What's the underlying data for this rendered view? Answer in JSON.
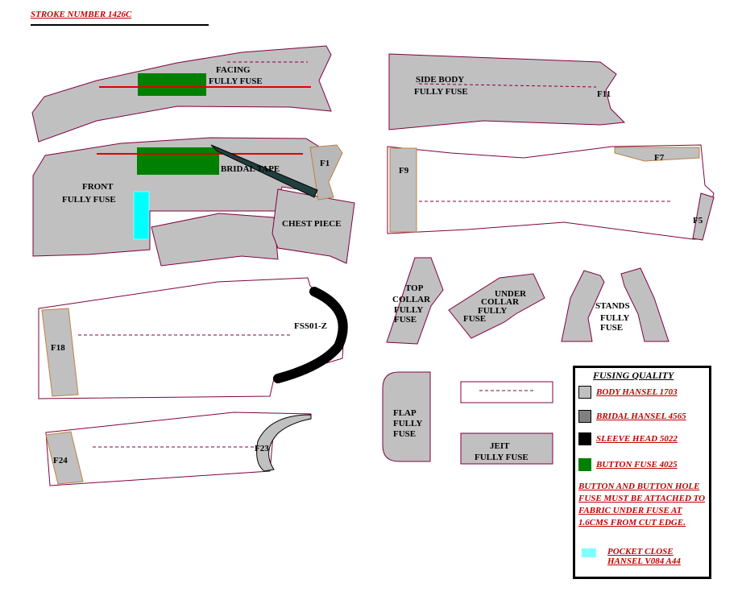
{
  "header": {
    "title": "STROKE NUMBER 1426C"
  },
  "colors": {
    "body_hansel": "#c0c0c0",
    "bridal_hansel": "#808080",
    "sleeve_head": "#000000",
    "button_fuse": "#008000",
    "pocket_close": "#80ffff",
    "outline": "#800040",
    "notes_text": "#c00000"
  },
  "pieces": {
    "facing": {
      "line1": "FACING",
      "line2": "FULLY FUSE"
    },
    "front": {
      "line1": "FRONT",
      "line2": "FULLY FUSE",
      "bridal_tape": "BRIDAL TAPE",
      "f1": "F1",
      "chest_piece": "CHEST PIECE"
    },
    "side_body": {
      "line1": "SIDE BODY",
      "line2": "FULLY FUSE",
      "f11": "F11"
    },
    "back": {
      "f9": "F9",
      "f7": "F7",
      "f5": "F5"
    },
    "top_sleeve": {
      "f18": "F18",
      "fss": "FSS01-Z"
    },
    "under_sleeve": {
      "f24": "F24",
      "f23": "F23"
    },
    "top_collar": {
      "line1": "TOP",
      "line2": "COLLAR",
      "line3": "FULLY",
      "line4": "FUSE"
    },
    "under_collar": {
      "line1": "UNDER",
      "line2": "COLLAR",
      "line3": "FULLY",
      "line4": "FUSE"
    },
    "stands": {
      "line1": "STANDS",
      "line2": "FULLY",
      "line3": "FUSE"
    },
    "flap": {
      "line1": "FLAP",
      "line2": "FULLY",
      "line3": "FUSE"
    },
    "jeit": {
      "line1": "JEIT",
      "line2": "FULLY FUSE"
    }
  },
  "legend": {
    "title": "FUSING QUALITY",
    "items": [
      {
        "label": "BODY HANSEL 1703",
        "color": "#c0c0c0"
      },
      {
        "label": "BRIDAL HANSEL 4565",
        "color": "#808080"
      },
      {
        "label": "SLEEVE HEAD 5022",
        "color": "#000000"
      },
      {
        "label": "BUTTON FUSE 4025",
        "color": "#008000"
      }
    ],
    "note": "BUTTON AND BUTTON HOLE FUSE MUST BE ATTACHED TO FABRIC UNDER FUSE AT 1.6CMS FROM CUT EDGE.",
    "pocket": {
      "label1": "POCKET CLOSE",
      "label2": "HANSEL V084 A44",
      "color": "#80ffff"
    }
  }
}
